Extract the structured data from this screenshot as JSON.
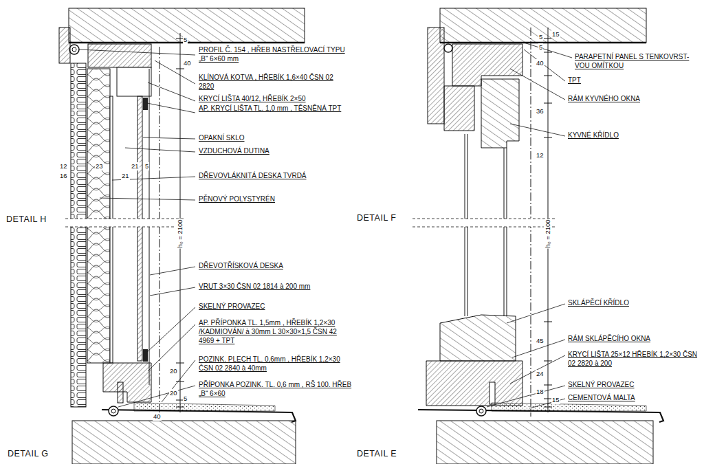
{
  "diagram": {
    "labels": [
      "PROFIL Č. 154 , HŘEB NASTŘELOVACÍ TYPU „B“ 6×60 mm",
      "KLÍNOVÁ KOTVA , HŘEBÍK 1,6×40 ČSN 02 2820",
      "KRYCÍ LIŠTA 40/12, HŘEBÍK 2×50",
      "AP. KRYCÍ LIŠTA TL. 1,0 mm , TĚSNĚNÁ TPT",
      "OPAKNÍ SKLO",
      "VZDUCHOVÁ DUTINA",
      "DŘEVOVLÁKNITÁ DESKA TVRDÁ",
      "PĚNOVÝ POLYSTYRÉN",
      "DŘEVOTŘÍSKOVÁ DESKA",
      "VRUT 3×30 ČSN 02 1814 à 200 mm",
      "SKELNÝ PROVAZEC",
      "AP. PŘÍPONKA TL. 1,5mm , HŘEBÍK 1,2×30 /KADMIOVÁN/ à 30mm L 30×30×1,5 ČSN 42 4969 + TPT",
      "POZINK. PLECH TL. 0,6mm , HŘEBÍK 1,2×30 ČSN 02 2840 à 40mm",
      "PŘÍPONKA POZINK. TL. 0,6 mm , RŠ 100. HŘEB „B“ 6×60",
      "DETAIL H",
      "DETAIL G",
      "5",
      "40",
      "12",
      "16",
      "23",
      "21",
      "21",
      "5",
      "h₀ = 2100",
      "20",
      "20",
      "5",
      "40",
      "PARAPETNÍ PANEL S TENKOVRST- VOU OMÍTKOU",
      "TPT",
      "RÁM KYVNÉHO OKNA",
      "KYVNÉ KŘÍDLO",
      "DETAIL F",
      "h₀ = 2100",
      "5",
      "15",
      "5",
      "40",
      "36",
      "12",
      "SKLÁPĚCÍ KŘÍDLO",
      "RÁM SKLÁPĚCÍHO OKNA",
      "KRYCÍ LIŠTA 25×12 HŘEBÍK 1,2×30 ČSN 02 2820 à 200",
      "SKELNÝ PROVAZEC",
      "CEMENTOVÁ MALTA",
      "45",
      "24",
      "18",
      "15",
      "DETAIL E"
    ]
  }
}
